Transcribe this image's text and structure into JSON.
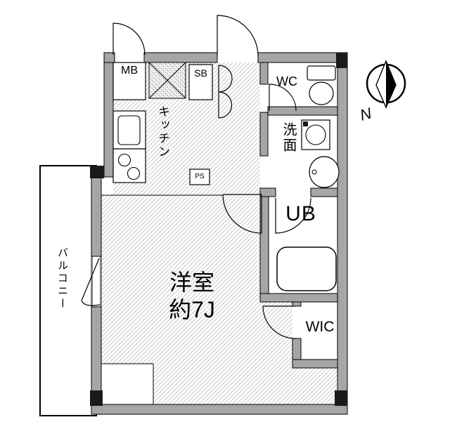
{
  "title": "apartment-floor-plan",
  "compass": {
    "north_label": "N"
  },
  "rooms": {
    "mb": {
      "label": "MB"
    },
    "sb": {
      "label": "SB"
    },
    "ps": {
      "label": "PS"
    },
    "kitchen": {
      "label": "キッチン"
    },
    "wc": {
      "label": "WC"
    },
    "washroom": {
      "label": "洗面"
    },
    "bath": {
      "label": "UB"
    },
    "wic": {
      "label": "WIC"
    },
    "main": {
      "label_line1": "洋室",
      "label_line2": "約7J"
    },
    "balcony": {
      "label": "バルコニー"
    }
  },
  "colors": {
    "wall": "#a6a6a6",
    "pillar": "#1a1a1a",
    "hatch": "#c8c8c8",
    "outline": "#000000",
    "background": "#ffffff"
  }
}
